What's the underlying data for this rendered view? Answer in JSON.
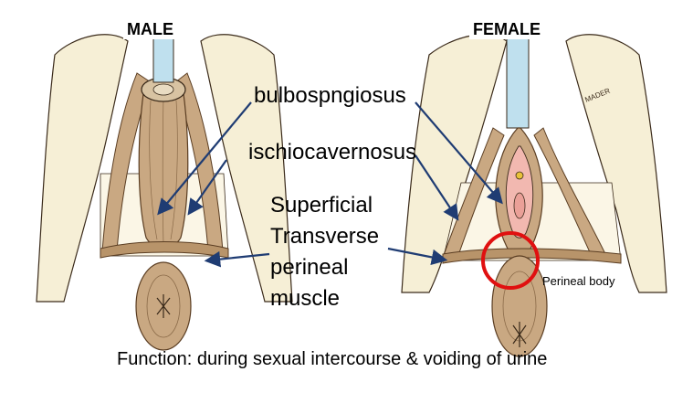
{
  "headings": {
    "male": "MALE",
    "female": "FEMALE"
  },
  "labels": {
    "bulbospongiosus": "bulbospngiosus",
    "ischiocavernosus": "ischiocavernosus",
    "superficial_transverse": [
      "Superficial",
      "Transverse",
      "perineal",
      "muscle"
    ],
    "perineal_body": "Perineal body"
  },
  "caption": "Function: during sexual intercourse & voiding of urine",
  "watermark": "MADER",
  "colors": {
    "arrow": "#1f3c73",
    "highlight_circle": "#e01010",
    "muscle": "#c9a882",
    "muscle_dark": "#8a6a48",
    "skin": "#f6efd6",
    "outline": "#3a2a1a",
    "urethra": "#bfe0ee",
    "mucosa": "#f2b8b0"
  }
}
